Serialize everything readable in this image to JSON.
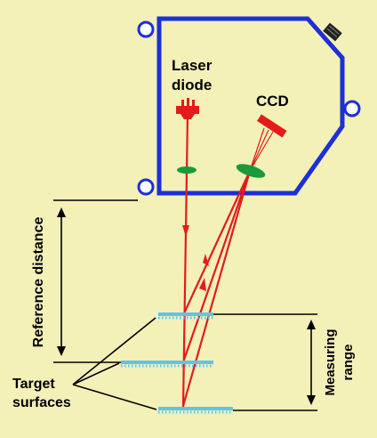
{
  "labels": {
    "laser_line1": "Laser",
    "laser_line2": "diode",
    "ccd": "CCD",
    "reference_distance": "Reference distance",
    "measuring_line1": "Measuring",
    "measuring_line2": "range",
    "target_line1": "Target",
    "target_line2": "surfaces"
  },
  "colors": {
    "background": "#f3f0b8",
    "housing": "#1c2fd8",
    "beam": "#e41b1b",
    "lens": "#1a9a3a",
    "surface": "#5fc4e8"
  }
}
